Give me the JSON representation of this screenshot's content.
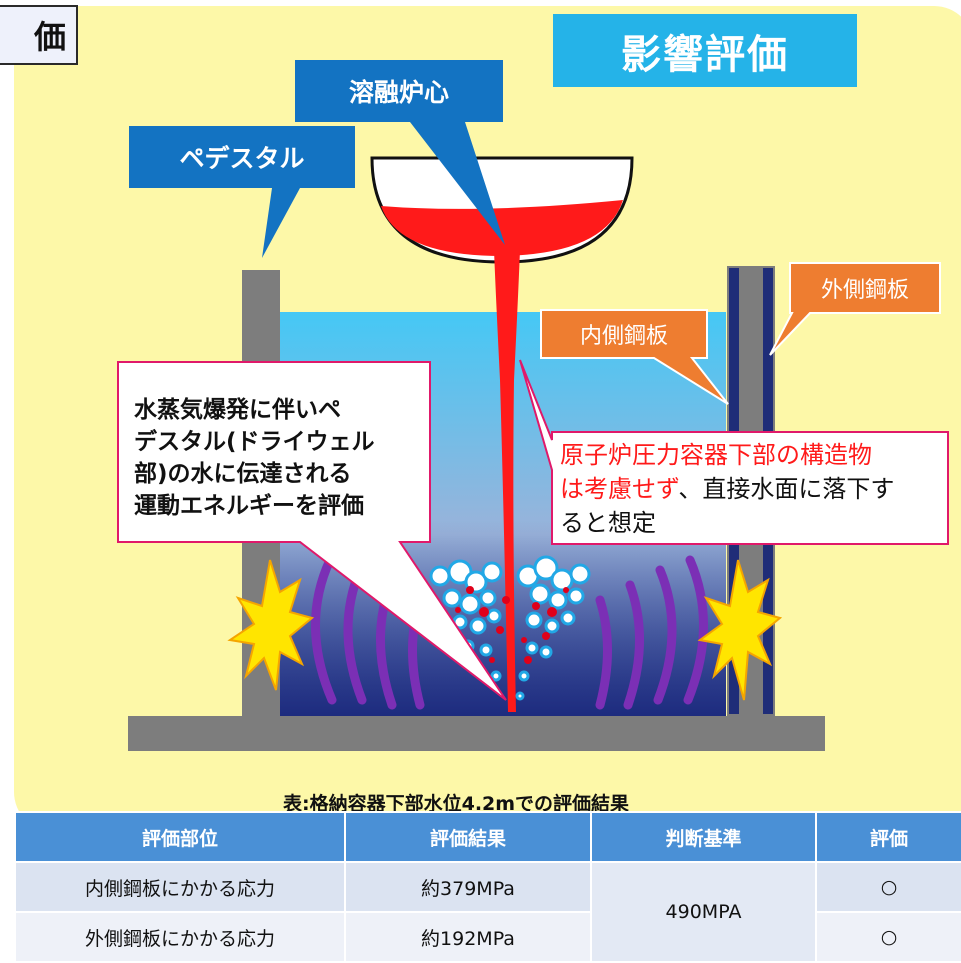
{
  "header": {
    "left_tab_label": "価",
    "title": "影響評価"
  },
  "labels": {
    "molten_core": "溶融炉心",
    "pedestal": "ペデスタル",
    "outer_steel_plate": "外側鋼板",
    "inner_steel_plate": "内側鋼板"
  },
  "notes": {
    "steam_explosion": [
      "水蒸気爆発に伴いペ",
      "デスタル(ドライウェル",
      "部)の水に伝達される",
      "運動エネルギーを評価"
    ],
    "assumption_red_1": "原子炉圧力容器下部の構造物",
    "assumption_red_2": "は考慮せず",
    "assumption_black_2": "、直接水面に落下す",
    "assumption_black_3": "ると想定"
  },
  "table": {
    "caption": "表:格納容器下部水位4.2mでの評価結果",
    "headers": [
      "評価部位",
      "評価結果",
      "判断基準",
      "評価"
    ],
    "rows": [
      {
        "part": "内側鋼板にかかる応力",
        "result": "約379MPa",
        "grade": "○"
      },
      {
        "part": "外側鋼板にかかる応力",
        "result": "約192MPa",
        "grade": "○"
      }
    ],
    "criterion": "490MPA"
  },
  "colors": {
    "panel": "#fdf8a8",
    "title_bg": "#25b3e8",
    "callout_blue": "#1373c2",
    "orange": "#ee7d30",
    "molten": "#ff1a1a",
    "water_top": "#4cc6f2",
    "water_bottom": "#1e2a78",
    "wall_gray": "#7d7d7d",
    "table_header": "#4a90d6",
    "shockwave": "#7b2fb5",
    "explosion": "#ffe500"
  }
}
